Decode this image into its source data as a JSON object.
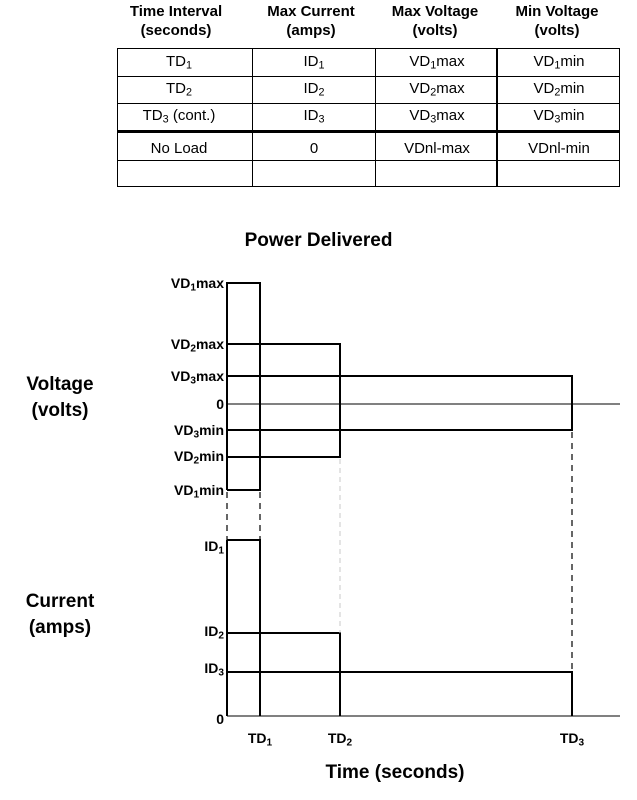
{
  "table": {
    "headers": [
      {
        "line1": "Time Interval",
        "line2": "(seconds)"
      },
      {
        "line1": "Max Current",
        "line2": "(amps)"
      },
      {
        "line1": "Max Voltage",
        "line2": "(volts)"
      },
      {
        "line1": "Min Voltage",
        "line2": "(volts)"
      }
    ],
    "rows": [
      [
        {
          "main": "TD",
          "sub": "1",
          "suffix": ""
        },
        {
          "main": "ID",
          "sub": "1",
          "suffix": ""
        },
        {
          "main": "VD",
          "sub": "1",
          "suffix": "max"
        },
        {
          "main": "VD",
          "sub": "1",
          "suffix": "min"
        }
      ],
      [
        {
          "main": "TD",
          "sub": "2",
          "suffix": ""
        },
        {
          "main": "ID",
          "sub": "2",
          "suffix": ""
        },
        {
          "main": "VD",
          "sub": "2",
          "suffix": "max"
        },
        {
          "main": "VD",
          "sub": "2",
          "suffix": "min"
        }
      ],
      [
        {
          "main": "TD",
          "sub": "3",
          "suffix": " (cont.)"
        },
        {
          "main": "ID",
          "sub": "3",
          "suffix": ""
        },
        {
          "main": "VD",
          "sub": "3",
          "suffix": "max"
        },
        {
          "main": "VD",
          "sub": "3",
          "suffix": "min"
        }
      ],
      [
        {
          "main": "No Load",
          "sub": "",
          "suffix": ""
        },
        {
          "main": "0",
          "sub": "",
          "suffix": ""
        },
        {
          "main": "VDnl-max",
          "sub": "",
          "suffix": ""
        },
        {
          "main": "VDnl-min",
          "sub": "",
          "suffix": ""
        }
      ],
      [
        {
          "main": "",
          "sub": "",
          "suffix": ""
        },
        {
          "main": "",
          "sub": "",
          "suffix": ""
        },
        {
          "main": "",
          "sub": "",
          "suffix": ""
        },
        {
          "main": "",
          "sub": "",
          "suffix": ""
        }
      ]
    ]
  },
  "diagram": {
    "title": "Power Delivered",
    "x_axis_title": "Time (seconds)",
    "voltage_title": {
      "line1": "Voltage",
      "line2": "(volts)"
    },
    "current_title": {
      "line1": "Current",
      "line2": "(amps)"
    },
    "voltage_labels": [
      {
        "main": "VD",
        "sub": "1",
        "suffix": "max"
      },
      {
        "main": "VD",
        "sub": "2",
        "suffix": "max"
      },
      {
        "main": "VD",
        "sub": "3",
        "suffix": "max"
      },
      {
        "main": "0",
        "sub": "",
        "suffix": ""
      },
      {
        "main": "VD",
        "sub": "3",
        "suffix": "min"
      },
      {
        "main": "VD",
        "sub": "2",
        "suffix": "min"
      },
      {
        "main": "VD",
        "sub": "1",
        "suffix": "min"
      }
    ],
    "current_labels": [
      {
        "main": "ID",
        "sub": "1",
        "suffix": ""
      },
      {
        "main": "ID",
        "sub": "2",
        "suffix": ""
      },
      {
        "main": "ID",
        "sub": "3",
        "suffix": ""
      },
      {
        "main": "0",
        "sub": "",
        "suffix": ""
      }
    ],
    "time_labels": [
      {
        "main": "TD",
        "sub": "1",
        "suffix": ""
      },
      {
        "main": "TD",
        "sub": "2",
        "suffix": ""
      },
      {
        "main": "TD",
        "sub": "3",
        "suffix": ""
      }
    ]
  }
}
